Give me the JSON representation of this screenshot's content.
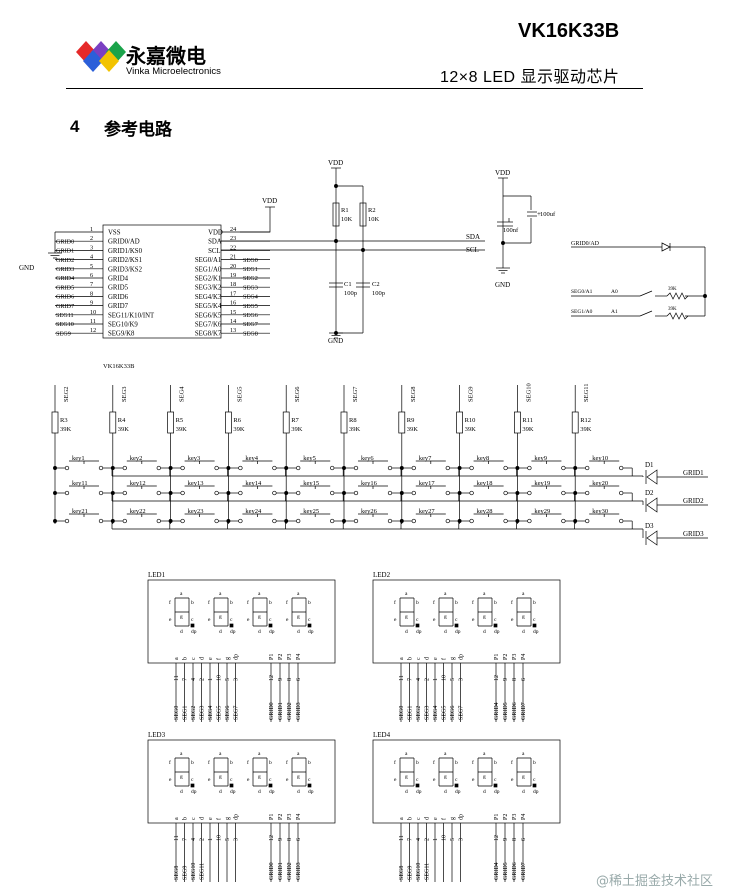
{
  "header": {
    "chip": "VK16K33B",
    "subtitle": "12×8  LED 显示驱动芯片",
    "logo_name": "永嘉微电",
    "logo_en": "Vinka Microelectronics",
    "logo_colors": [
      "#e52929",
      "#1aa34a",
      "#2b5fd9",
      "#7a3fc2",
      "#f2c300"
    ]
  },
  "section": {
    "number": "4",
    "title": "参考电路"
  },
  "ic": {
    "name": "VK16K33B",
    "left_pins": [
      {
        "num": "1",
        "net": "",
        "label": "VSS"
      },
      {
        "num": "2",
        "net": "GRID0",
        "label": "GRID0/AD"
      },
      {
        "num": "3",
        "net": "GRID1",
        "label": "GRID1/KS0"
      },
      {
        "num": "4",
        "net": "GRID2",
        "label": "GRID2/KS1"
      },
      {
        "num": "5",
        "net": "GRID3",
        "label": "GRID3/KS2"
      },
      {
        "num": "6",
        "net": "GRID4",
        "label": "GRID4"
      },
      {
        "num": "7",
        "net": "GRID5",
        "label": "GRID5"
      },
      {
        "num": "8",
        "net": "GRID6",
        "label": "GRID6"
      },
      {
        "num": "9",
        "net": "GRID7",
        "label": "GRID7"
      },
      {
        "num": "10",
        "net": "SEG11",
        "label": "SEG11/K10/INT"
      },
      {
        "num": "11",
        "net": "SEG10",
        "label": "SEG10/K9"
      },
      {
        "num": "12",
        "net": "SEG9",
        "label": "SEG9/K8"
      }
    ],
    "right_pins": [
      {
        "num": "24",
        "net": "",
        "label": "VDD"
      },
      {
        "num": "23",
        "net": "",
        "label": "SDA"
      },
      {
        "num": "22",
        "net": "",
        "label": "SCL"
      },
      {
        "num": "21",
        "net": "SEG0",
        "label": "SEG0/A1"
      },
      {
        "num": "20",
        "net": "SEG1",
        "label": "SEG1/A0"
      },
      {
        "num": "19",
        "net": "SEG2",
        "label": "SEG2/K1"
      },
      {
        "num": "18",
        "net": "SEG3",
        "label": "SEG3/K2"
      },
      {
        "num": "17",
        "net": "SEG4",
        "label": "SEG4/K3"
      },
      {
        "num": "16",
        "net": "SEG5",
        "label": "SEG5/K4"
      },
      {
        "num": "15",
        "net": "SEG6",
        "label": "SEG6/K5"
      },
      {
        "num": "14",
        "net": "SEG7",
        "label": "SEG7/K6"
      },
      {
        "num": "13",
        "net": "SEG8",
        "label": "SEG8/K7"
      }
    ],
    "gnd": "GND",
    "vdd": "VDD"
  },
  "bus": {
    "vdd": "VDD",
    "sda": "SDA",
    "scl": "SCL",
    "gnd": "GND",
    "r1": [
      "R1",
      "10K"
    ],
    "r2": [
      "R2",
      "10K"
    ],
    "c1": [
      "C1",
      "100p"
    ],
    "c2": [
      "C2",
      "100p"
    ]
  },
  "decoup": {
    "vdd": "VDD",
    "gnd": "GND",
    "c_big": "100uf",
    "c_small": "100nf"
  },
  "addr": {
    "grid": "GRID0/AD",
    "seg0": "SEG0/A1",
    "seg1": "SEG1/A0",
    "a0": "A0",
    "a1": "A1",
    "r": "39K"
  },
  "keys": {
    "segs": [
      "SEG2",
      "SEG3",
      "SEG4",
      "SEG5",
      "SEG6",
      "SEG7",
      "SEG8",
      "SEG9",
      "SEG10",
      "SEG11"
    ],
    "resistors": [
      [
        "R3",
        "39K"
      ],
      [
        "R4",
        "39K"
      ],
      [
        "R5",
        "39K"
      ],
      [
        "R6",
        "39K"
      ],
      [
        "R7",
        "39K"
      ],
      [
        "R8",
        "39K"
      ],
      [
        "R9",
        "39K"
      ],
      [
        "R10",
        "39K"
      ],
      [
        "R11",
        "39K"
      ],
      [
        "R12",
        "39K"
      ]
    ],
    "rows": [
      [
        "key1",
        "key2",
        "key3",
        "key4",
        "key5",
        "key6",
        "key7",
        "key8",
        "key9",
        "key10"
      ],
      [
        "key11",
        "key12",
        "key13",
        "key14",
        "key15",
        "key16",
        "key17",
        "key18",
        "key19",
        "key20"
      ],
      [
        "key21",
        "key22",
        "key23",
        "key24",
        "key25",
        "key26",
        "key27",
        "key28",
        "key29",
        "key30"
      ]
    ],
    "diodes": [
      "D1",
      "D2",
      "D3"
    ],
    "grids": [
      "GRID1",
      "GRID2",
      "GRID3"
    ]
  },
  "leds": [
    {
      "name": "LED1",
      "segs": [
        "SEG0",
        "SEG1",
        "SEG2",
        "SEG3",
        "SEG4",
        "SEG5",
        "SEG6",
        "SEG7"
      ],
      "grids": [
        "GRID0",
        "GRID1",
        "GRID2",
        "GRID3"
      ]
    },
    {
      "name": "LED2",
      "segs": [
        "SEG0",
        "SEG1",
        "SEG2",
        "SEG3",
        "SEG4",
        "SEG5",
        "SEG6",
        "SEG7"
      ],
      "grids": [
        "GRID4",
        "GRID5",
        "GRID6",
        "GRID7"
      ]
    },
    {
      "name": "LED3",
      "segs": [
        "SEG8",
        "SEG9",
        "SEG10",
        "SEG11"
      ],
      "grids": [
        "GRID0",
        "GRID1",
        "GRID2",
        "GRID3"
      ]
    },
    {
      "name": "LED4",
      "segs": [
        "SEG8",
        "SEG9",
        "SEG10",
        "SEG11"
      ],
      "grids": [
        "GRID4",
        "GRID5",
        "GRID6",
        "GRID7"
      ]
    }
  ],
  "led_seg_letters": [
    "a",
    "b",
    "c",
    "d",
    "e",
    "f",
    "g",
    "dp"
  ],
  "led_seg_pins": [
    "11",
    "7",
    "4",
    "2",
    "1",
    "10",
    "5",
    "3"
  ],
  "led_grid_letters": [
    "P1",
    "P2",
    "P3",
    "P4"
  ],
  "led_grid_pins": [
    "12",
    "9",
    "8",
    "6"
  ],
  "digit_labels": [
    "a",
    "b",
    "c",
    "d",
    "e",
    "f",
    "g",
    "dp"
  ],
  "watermark": "@稀土掘金技术社区"
}
